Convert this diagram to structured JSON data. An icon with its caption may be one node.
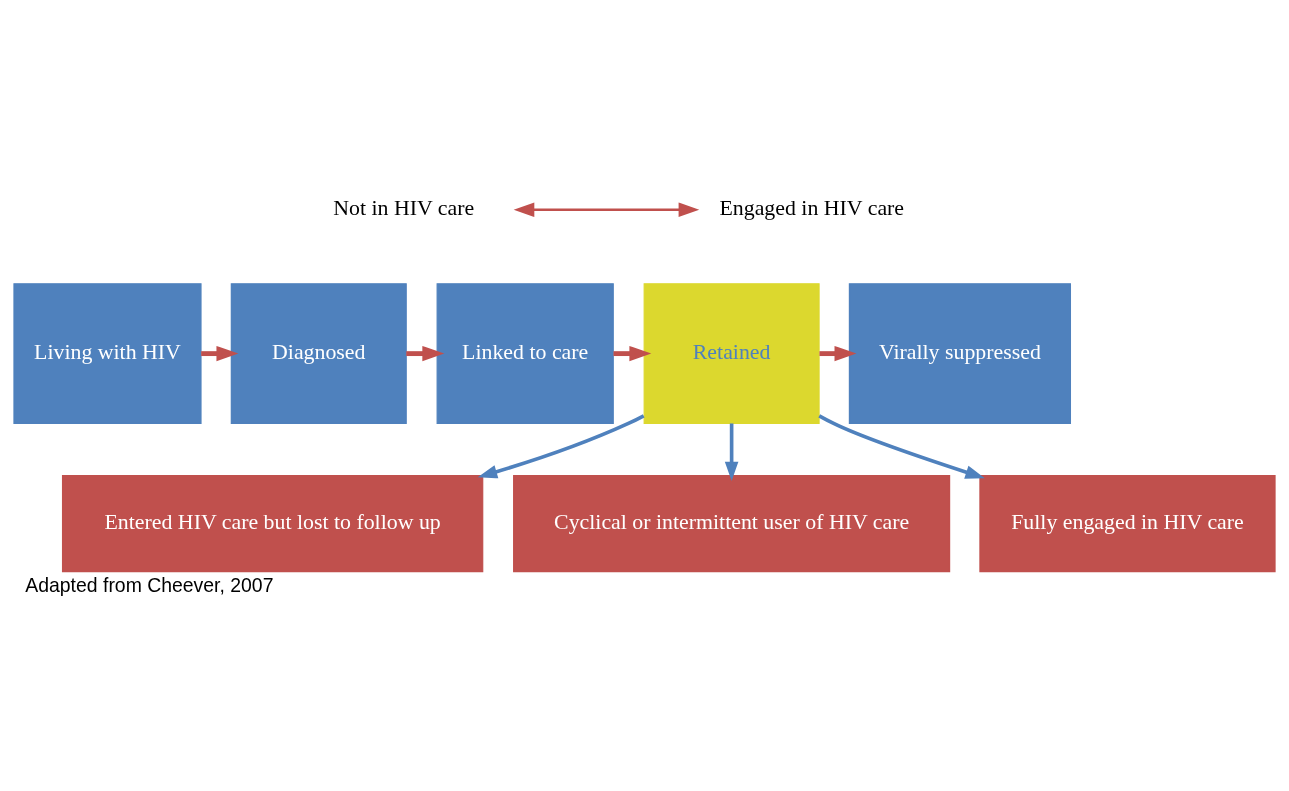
{
  "diagram": {
    "caption": "Adapted from Cheever, 2007",
    "nodes": [
      {
        "text": [
          "Not in HIV care"
        ]
      },
      {
        "text": [
          "Engaged in HIV care"
        ]
      },
      {
        "text": [
          "Living with HIV"
        ]
      },
      {
        "text": [
          "Diagnosed"
        ]
      },
      {
        "text": [
          "Linked to care"
        ]
      },
      {
        "text": [
          "Retained"
        ]
      },
      {
        "text": [
          "Virally suppressed"
        ]
      },
      {
        "text": [
          "Entered HIV care but lost to follow up"
        ]
      },
      {
        "text": [
          "Cyclical or intermittent user of HIV care"
        ]
      },
      {
        "text": [
          "Fully engaged in HIV care"
        ]
      }
    ],
    "edges": [
      {
        "from": 0,
        "to": 1,
        "arrow": "both"
      },
      {
        "from": 2,
        "to": 3,
        "arrow": "to"
      },
      {
        "from": 3,
        "to": 4,
        "arrow": "to"
      },
      {
        "from": 4,
        "to": 5,
        "arrow": "to"
      },
      {
        "from": 5,
        "to": 6,
        "arrow": "to"
      },
      {
        "from": 5,
        "to": 7,
        "arrow": "to",
        "color": "#4f81bd"
      },
      {
        "from": 5,
        "to": 8,
        "arrow": "to",
        "color": "#4f81bd"
      },
      {
        "from": 5,
        "to": 9,
        "arrow": "to",
        "color": "#4f81bd"
      }
    ]
  }
}
